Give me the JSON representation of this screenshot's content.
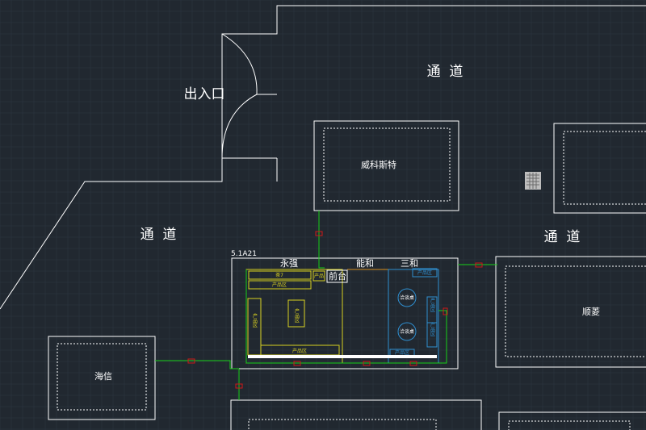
{
  "labels": {
    "entrance": "出入口",
    "aisle_top": "通  道",
    "aisle_left": "通  道",
    "aisle_right": "通  道",
    "booth_weikesite": "威科斯特",
    "booth_haixin": "海信",
    "booth_shunling": "顺菱",
    "booth_code": "5.1A21",
    "brand_yongqiang": "永强",
    "brand_nenghe": "能和",
    "brand_sanhe": "三和",
    "front_desk": "前台",
    "yq_counter_top": "茶7",
    "yq_counter_2": "产品区",
    "yq_small": "产品",
    "yq_center": "产品区",
    "yq_left": "产品区",
    "yq_bottom": "产品区",
    "sh_top": "产品区",
    "sh_table_1": "洽谈桌",
    "sh_table_2": "洽谈桌",
    "sh_right_1": "产品区",
    "sh_right_2": "产品区",
    "sh_bottom": "产品区"
  },
  "colors": {
    "background": "#212830",
    "wall": "#ffffff",
    "grid": "#2d3742",
    "route": "#18d018",
    "marker": "#d01818",
    "yongqiang": "#d8d020",
    "nenghe": "#d89020",
    "sanhe": "#2f8fd0"
  }
}
